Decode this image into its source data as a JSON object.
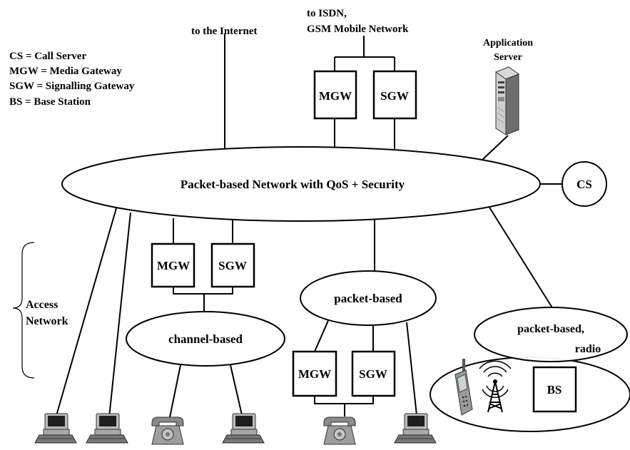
{
  "legend": [
    "CS = Call Server",
    "MGW = Media Gateway",
    "SGW = Signalling Gateway",
    "BS = Base Station"
  ],
  "labels": {
    "internet": "to the Internet",
    "isdn_line1": "to ISDN,",
    "isdn_line2": "GSM Mobile Network",
    "app_server_line1": "Application",
    "app_server_line2": "Server",
    "core_network": "Packet-based  Network with QoS + Security",
    "call_server": "CS",
    "channel_based": "channel-based",
    "packet_based": "packet-based",
    "radio_line1": "packet-based,",
    "radio_line2": "radio",
    "base_station": "BS",
    "access_line1": "Access",
    "access_line2": "Network",
    "mgw": "MGW",
    "sgw": "SGW"
  }
}
